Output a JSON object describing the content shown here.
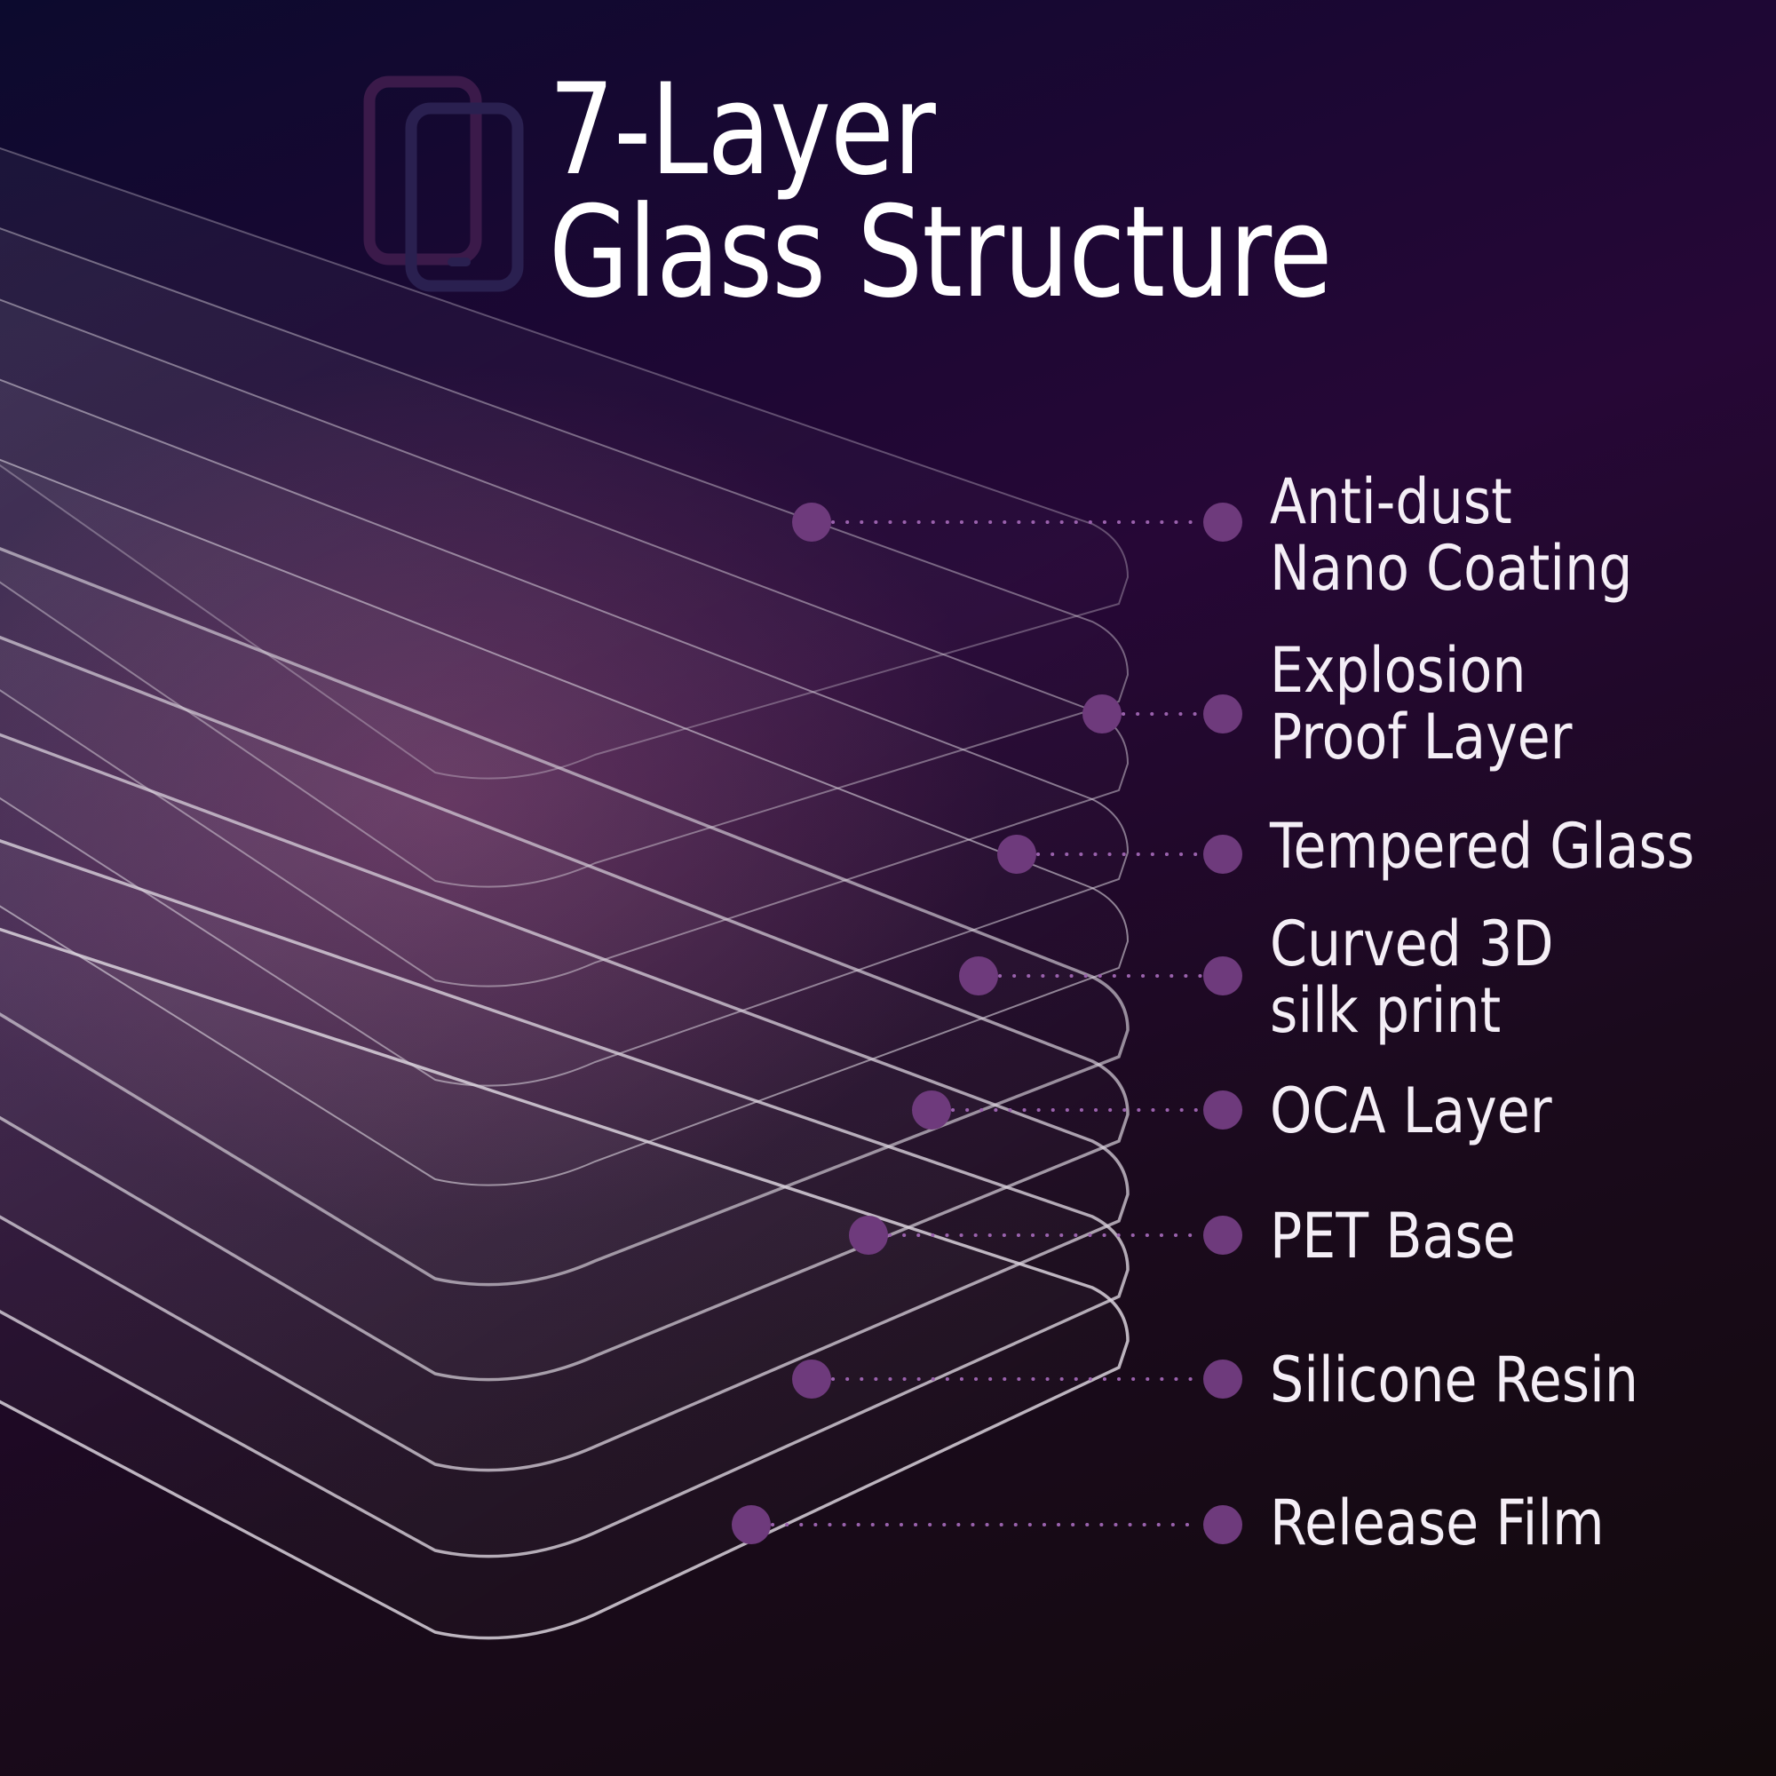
{
  "title": {
    "line1": "7-Layer",
    "line2": "Glass Structure"
  },
  "logo_icon": "layered-phone-icon",
  "colors": {
    "accent_dot": "#6e3a7c",
    "leader_dots": "#9a62ad",
    "text": "#ffffff",
    "glass_edge": "#d9d2dc"
  },
  "layers": [
    {
      "label": "Anti-dust\nNano Coating"
    },
    {
      "label": "Explosion\nProof Layer"
    },
    {
      "label": "Tempered Glass"
    },
    {
      "label": "Curved 3D\nsilk print"
    },
    {
      "label": "OCA Layer"
    },
    {
      "label": "PET Base"
    },
    {
      "label": "Silicone Resin"
    },
    {
      "label": "Release Film"
    }
  ]
}
